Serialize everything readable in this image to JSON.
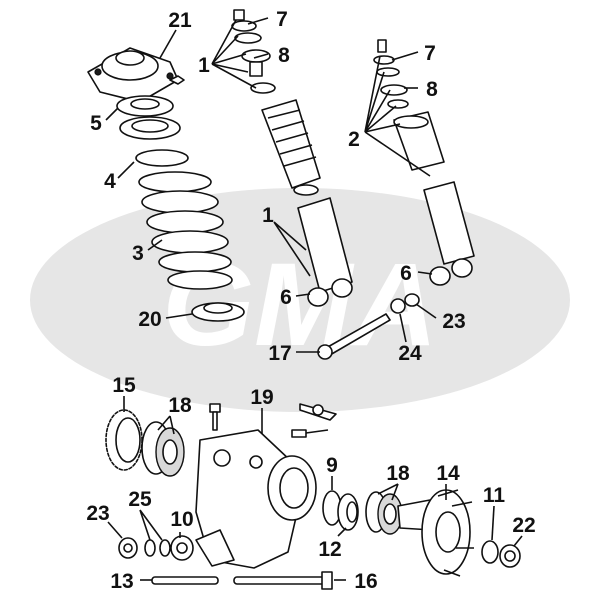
{
  "watermark": {
    "text": "GMA",
    "color": "#e6e6e6"
  },
  "callouts": {
    "c21": "21",
    "c7a": "7",
    "c1a": "1",
    "c8a": "8",
    "c7b": "7",
    "c8b": "8",
    "c2": "2",
    "c5": "5",
    "c4": "4",
    "c3": "3",
    "c1b": "1",
    "c6a": "6",
    "c6b": "6",
    "c20": "20",
    "c23a": "23",
    "c17": "17",
    "c24": "24",
    "c15": "15",
    "c18a": "18",
    "c19": "19",
    "c9": "9",
    "c18b": "18",
    "c14": "14",
    "c11": "11",
    "c22": "22",
    "c12": "12",
    "c23b": "23",
    "c25": "25",
    "c10": "10",
    "c13": "13",
    "c16": "16"
  }
}
